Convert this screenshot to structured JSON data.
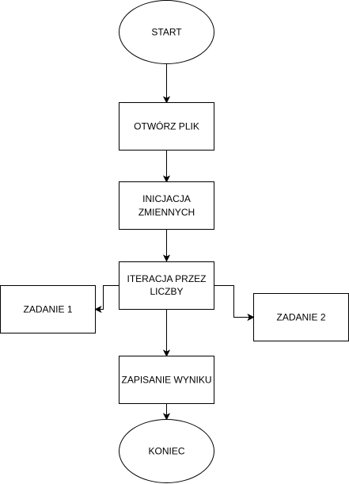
{
  "diagram": {
    "nodes": {
      "start": "START",
      "open_file": "OTWÓRZ PLIK",
      "init_line1": "INICJACJA",
      "init_line2": "ZMIENNYCH",
      "iter_line1": "ITERACJA PRZEZ",
      "iter_line2": "LICZBY",
      "task1": "ZADANIE 1",
      "task2": "ZADANIE 2",
      "save": "ZAPISANIE WYNIKU",
      "end": "KONIEC"
    }
  },
  "colors": {
    "stroke": "#000000",
    "fill": "#ffffff",
    "text": "#000000"
  }
}
